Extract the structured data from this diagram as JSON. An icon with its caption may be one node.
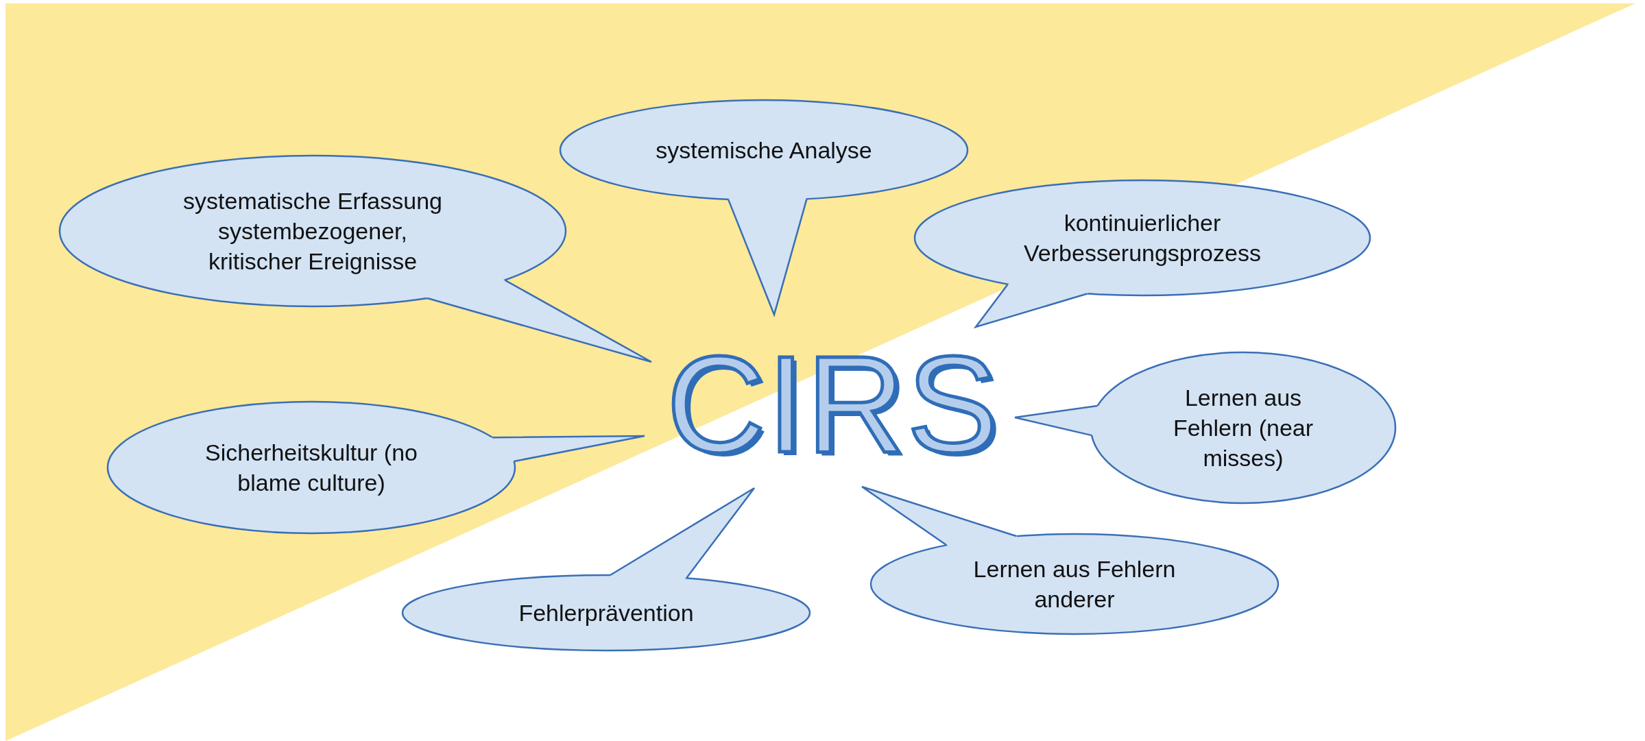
{
  "diagram": {
    "nodes": [
      {
        "text": [
          "systematische Erfassung systembezogener, kritischer Ereignisse"
        ]
      },
      {
        "text": [
          "systemische Analyse"
        ]
      },
      {
        "text": [
          "kontinuierlicher Verbesserungsprozess"
        ]
      },
      {
        "text": [
          "Sicherheitskultur (no blame culture)"
        ]
      },
      {
        "text": [
          "Lernen aus Fehlern (near misses)"
        ]
      },
      {
        "text": [
          "Fehlerprävention"
        ]
      },
      {
        "text": [
          "Lernen aus Fehlern anderer"
        ]
      }
    ],
    "labels": [
      "CIRS"
    ]
  }
}
